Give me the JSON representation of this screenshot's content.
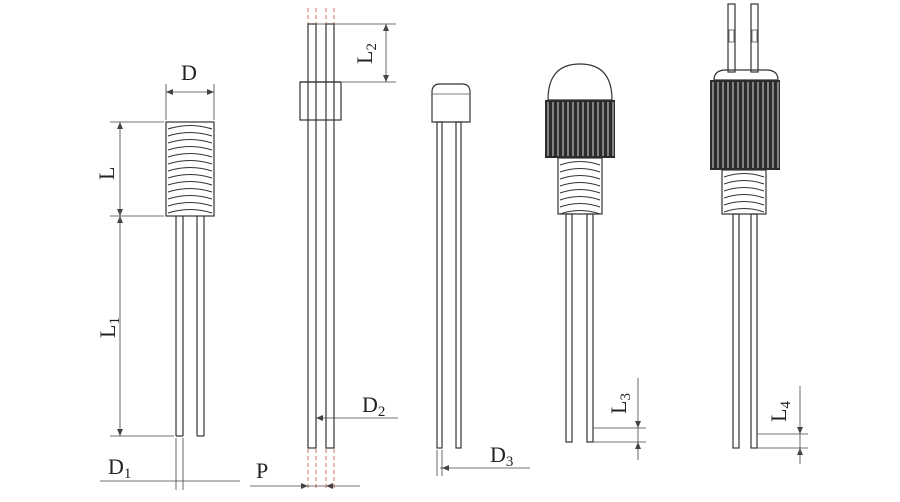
{
  "diagram": {
    "labels": {
      "d": {
        "main": "D",
        "sub": ""
      },
      "l": {
        "main": "L",
        "sub": ""
      },
      "l1": {
        "main": "L",
        "sub": "1"
      },
      "d1": {
        "main": "D",
        "sub": "1"
      },
      "l2": {
        "main": "L",
        "sub": "2"
      },
      "d2": {
        "main": "D",
        "sub": "2"
      },
      "p": {
        "main": "P",
        "sub": ""
      },
      "d3": {
        "main": "D",
        "sub": "3"
      },
      "l3": {
        "main": "L",
        "sub": "3"
      },
      "l4": {
        "main": "L",
        "sub": "4"
      }
    },
    "colors": {
      "line": "#333333",
      "red_guide": "#c0392b",
      "dark_fill": "#2b2b2b"
    }
  }
}
